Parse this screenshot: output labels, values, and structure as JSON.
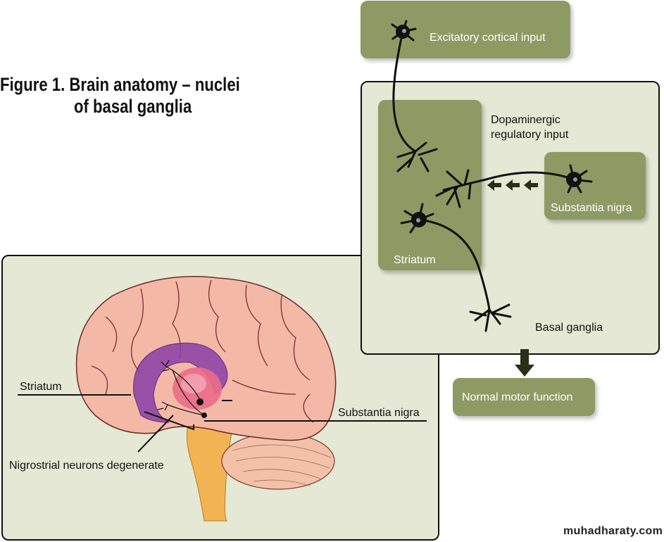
{
  "title": {
    "line1": "Figure 1. Brain anatomy – nuclei",
    "line2": "of basal ganglia"
  },
  "pathway": {
    "excitatory": "Excitatory cortical input",
    "dopaminergic_line1": "Dopaminergic",
    "dopaminergic_line2": "regulatory input",
    "striatum": "Striatum",
    "substantia_nigra": "Substantia nigra",
    "basal_ganglia": "Basal ganglia",
    "outcome": "Normal motor function"
  },
  "brain_labels": {
    "striatum": "Striatum",
    "substantia_nigra": "Substantia nigra",
    "nigrostrial": "Nigrostrial neurons degenerate"
  },
  "watermark": "muhadharaty.com",
  "colors": {
    "olive": "#8e9a64",
    "panel": "#e4e8d4",
    "brain": "#f4b9a6",
    "striatum": "#8a3fa8",
    "brainstem": "#f2b453"
  }
}
